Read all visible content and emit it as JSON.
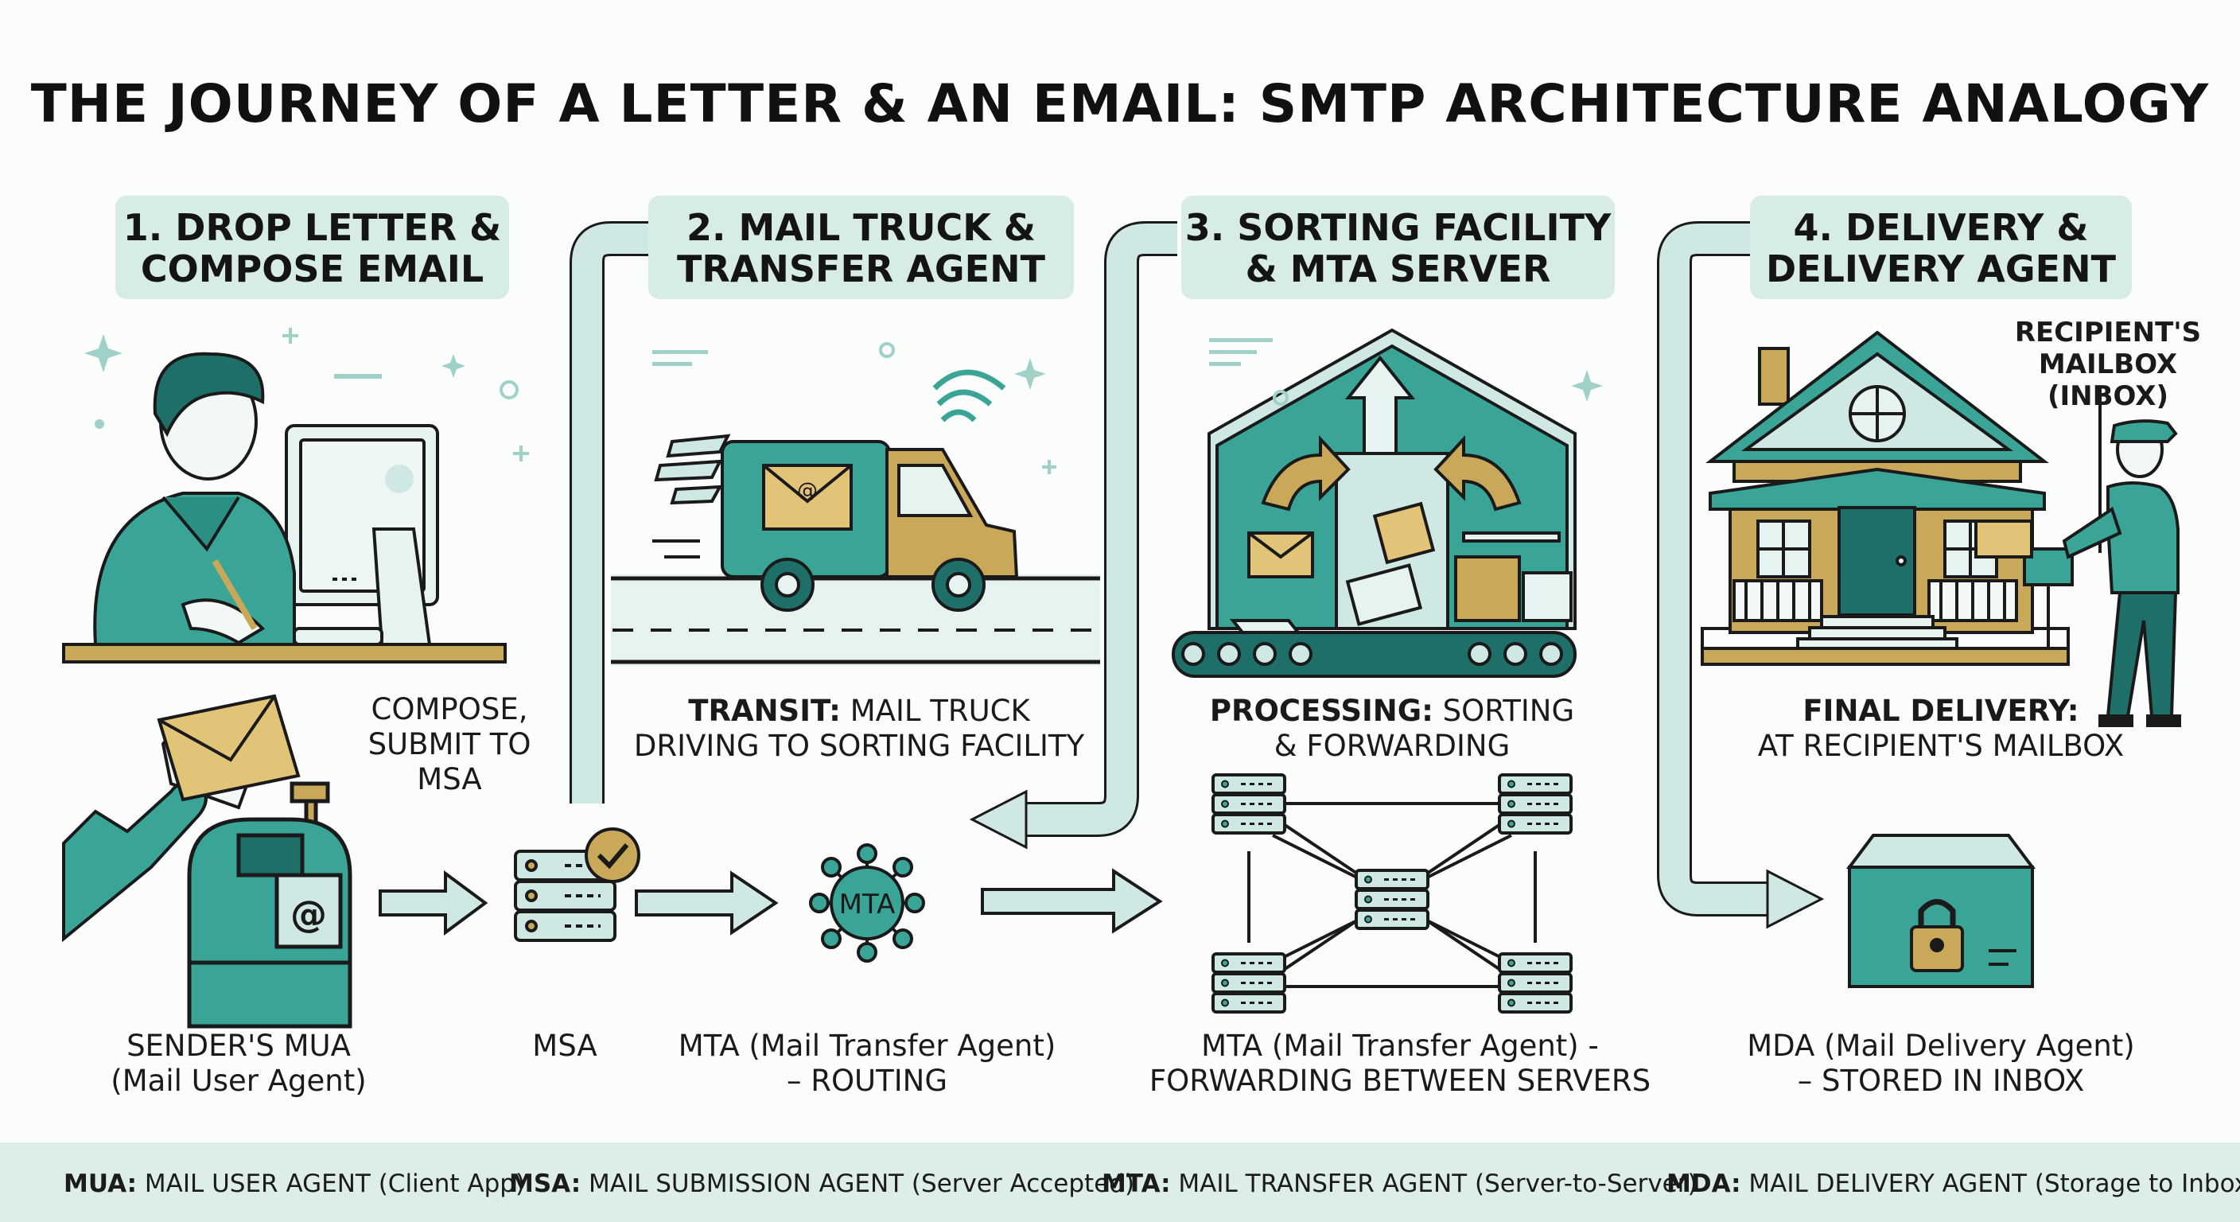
{
  "title": "THE JOURNEY OF A LETTER & AN EMAIL: SMTP ARCHITECTURE ANALOGY",
  "steps": [
    {
      "line1": "1. DROP LETTER &",
      "line2": "COMPOSE EMAIL"
    },
    {
      "line1": "2. MAIL TRUCK &",
      "line2": "TRANSFER AGENT"
    },
    {
      "line1": "3. SORTING FACILITY",
      "line2": "& MTA SERVER"
    },
    {
      "line1": "4. DELIVERY &",
      "line2": "DELIVERY AGENT"
    }
  ],
  "scene_captions": {
    "compose": {
      "line1": "COMPOSE,",
      "line2": "SUBMIT TO",
      "line3": "MSA"
    },
    "transit": {
      "bold": "TRANSIT:",
      "rest": " MAIL TRUCK",
      "line2": "DRIVING TO SORTING FACILITY"
    },
    "processing": {
      "bold": "PROCESSING:",
      "rest": " SORTING",
      "line2": "& FORWARDING"
    },
    "final": {
      "bold": "FINAL DELIVERY:",
      "line2": "AT RECIPIENT'S MAILBOX"
    }
  },
  "recipient_mailbox": {
    "line1": "RECIPIENT'S",
    "line2": "MAILBOX",
    "line3": "(INBOX)"
  },
  "mta_badge": "MTA",
  "component_labels": {
    "mua": {
      "line1": "SENDER'S MUA",
      "line2": "(Mail User Agent)"
    },
    "msa": {
      "line1": "MSA"
    },
    "mta_routing": {
      "line1": "MTA (Mail Transfer Agent)",
      "line2": "– ROUTING"
    },
    "mta_forwarding": {
      "line1": "MTA (Mail Transfer Agent) -",
      "line2": "FORWARDING BETWEEN SERVERS"
    },
    "mda": {
      "line1": "MDA (Mail Delivery Agent)",
      "line2": "– STORED IN INBOX"
    }
  },
  "legend": [
    {
      "abbr": "MUA:",
      "desc": " MAIL USER AGENT (Client App)"
    },
    {
      "abbr": "MSA:",
      "desc": " MAIL SUBMISSION AGENT (Server Accepted)"
    },
    {
      "abbr": "MTA:",
      "desc": " MAIL TRANSFER AGENT (Server-to-Server)"
    },
    {
      "abbr": "MDA:",
      "desc": " MAIL DELIVERY AGENT (Storage to Inbox)"
    }
  ],
  "colors": {
    "teal": "#3aa597",
    "teal_dark": "#1f6f69",
    "teal_light": "#cfe8e3",
    "ochre": "#c9a85a",
    "ink": "#111111"
  }
}
